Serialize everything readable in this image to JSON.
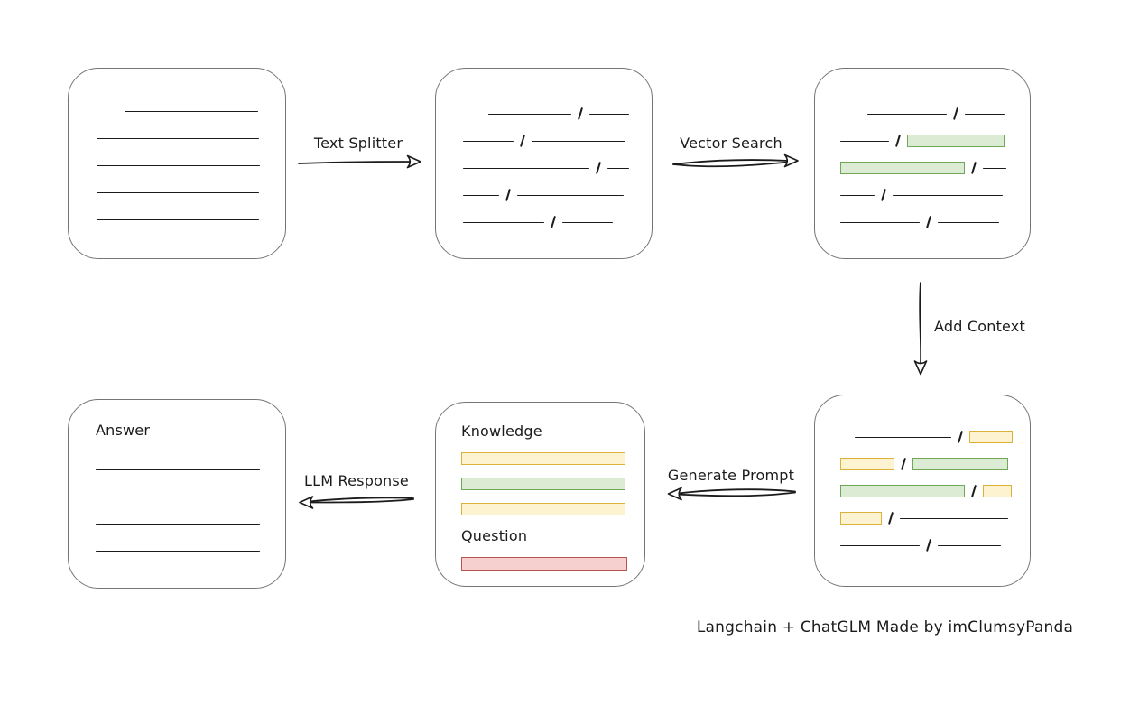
{
  "caption": "Langchain + ChatGLM Made by imClumsyPanda",
  "labels": {
    "text_splitter": "Text Splitter",
    "vector_search": "Vector Search",
    "add_context": "Add Context",
    "generate_prompt": "Generate Prompt",
    "llm_response": "LLM Response"
  },
  "boxes": {
    "document": {
      "rows": [
        [
          {
            "t": "line",
            "w": 148,
            "ml": 31
          }
        ],
        [
          {
            "t": "line",
            "w": 180
          }
        ],
        [
          {
            "t": "line",
            "w": 181
          }
        ],
        [
          {
            "t": "line",
            "w": 180
          }
        ],
        [
          {
            "t": "line",
            "w": 180
          }
        ]
      ]
    },
    "chunks": {
      "rows": [
        [
          {
            "t": "line",
            "w": 92,
            "ml": 28
          },
          {
            "t": "slash"
          },
          {
            "t": "line",
            "w": 44
          }
        ],
        [
          {
            "t": "line",
            "w": 56
          },
          {
            "t": "slash"
          },
          {
            "t": "line",
            "w": 104
          }
        ],
        [
          {
            "t": "line",
            "w": 140
          },
          {
            "t": "slash"
          },
          {
            "t": "line",
            "w": 24
          }
        ],
        [
          {
            "t": "line",
            "w": 40
          },
          {
            "t": "slash"
          },
          {
            "t": "line",
            "w": 118
          }
        ],
        [
          {
            "t": "line",
            "w": 90
          },
          {
            "t": "slash"
          },
          {
            "t": "line",
            "w": 56
          }
        ]
      ]
    },
    "vector_result": {
      "rows": [
        [
          {
            "t": "line",
            "w": 88,
            "ml": 30
          },
          {
            "t": "slash"
          },
          {
            "t": "line",
            "w": 44
          }
        ],
        [
          {
            "t": "line",
            "w": 54
          },
          {
            "t": "slash"
          },
          {
            "t": "green",
            "w": 108
          }
        ],
        [
          {
            "t": "green",
            "w": 138
          },
          {
            "t": "slash"
          },
          {
            "t": "line",
            "w": 26
          }
        ],
        [
          {
            "t": "line",
            "w": 38
          },
          {
            "t": "slash"
          },
          {
            "t": "line",
            "w": 122
          }
        ],
        [
          {
            "t": "line",
            "w": 88
          },
          {
            "t": "slash"
          },
          {
            "t": "line",
            "w": 68
          }
        ]
      ]
    },
    "context_result": {
      "rows": [
        [
          {
            "t": "line",
            "w": 107,
            "ml": 16
          },
          {
            "t": "slash"
          },
          {
            "t": "yellow",
            "w": 48
          }
        ],
        [
          {
            "t": "yellow",
            "w": 60
          },
          {
            "t": "slash"
          },
          {
            "t": "green",
            "w": 106
          }
        ],
        [
          {
            "t": "green",
            "w": 138
          },
          {
            "t": "slash"
          },
          {
            "t": "yellow",
            "w": 32
          }
        ],
        [
          {
            "t": "yellow",
            "w": 46
          },
          {
            "t": "slash"
          },
          {
            "t": "line",
            "w": 120
          }
        ],
        [
          {
            "t": "line",
            "w": 88
          },
          {
            "t": "slash"
          },
          {
            "t": "line",
            "w": 70
          }
        ]
      ]
    },
    "prompt": {
      "knowledge_label": "Knowledge",
      "question_label": "Question",
      "knowledge_bars": [
        [
          {
            "t": "yellow",
            "w": 182
          }
        ],
        [
          {
            "t": "green",
            "w": 182
          }
        ],
        [
          {
            "t": "yellow",
            "w": 182
          }
        ]
      ],
      "question_bars": [
        [
          {
            "t": "red",
            "w": 184
          }
        ]
      ]
    },
    "answer": {
      "label": "Answer",
      "rows": [
        [
          {
            "t": "line",
            "w": 182
          }
        ],
        [
          {
            "t": "line",
            "w": 182
          }
        ],
        [
          {
            "t": "line",
            "w": 182
          }
        ],
        [
          {
            "t": "line",
            "w": 182
          }
        ]
      ]
    }
  },
  "colors": {
    "stroke": "#1b1b1b",
    "box_border": "#757575",
    "green_fill": "#dcecd4",
    "green_border": "#6fa657",
    "yellow_fill": "#fdf3d0",
    "yellow_border": "#d9b13b",
    "red_fill": "#f5d0cf",
    "red_border": "#b85450"
  }
}
